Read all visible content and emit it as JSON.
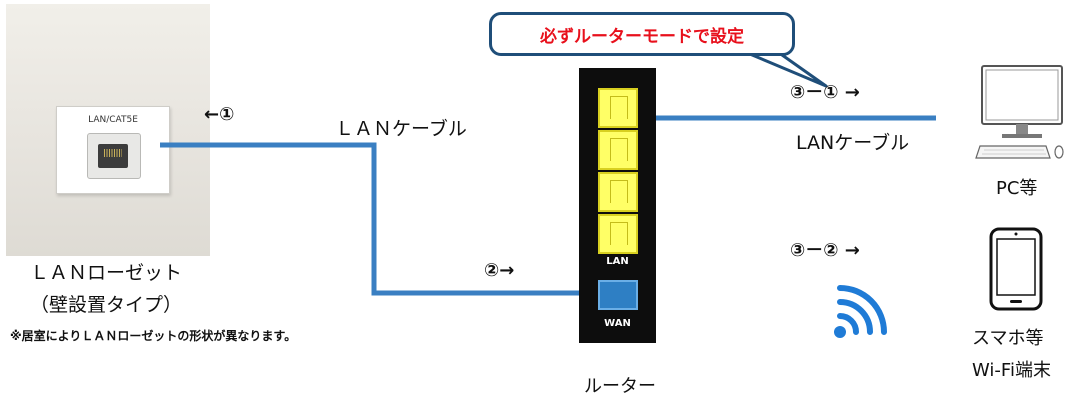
{
  "callout": {
    "text": "必ずルーターモードで設定"
  },
  "wall_outlet": {
    "plate_label": "LAN/CAT5E",
    "name": "ＬＡＮローゼット",
    "type": "（壁設置タイプ）",
    "note": "※居室によりＬＡＮローゼットの形状が異なります。"
  },
  "cables": {
    "outlet_cable_label": "ＬＡＮケーブル",
    "pc_cable_label": "LANケーブル"
  },
  "steps": {
    "step1": "←①",
    "step2": "②→",
    "step3_1": "③－① →",
    "step3_2": "③－② →"
  },
  "router": {
    "name": "ルーター",
    "lan_port_label": "LAN",
    "wan_port_label": "WAN",
    "lan_port_count": 4
  },
  "devices": {
    "pc_label": "PC等",
    "phone_label_1": "スマホ等",
    "phone_label_2": "Wi-Fi端末"
  },
  "colors": {
    "cable": "#3a7fc2",
    "callout_border": "#1f4e79",
    "callout_text": "#e8101c",
    "lan_port": "#ffff66",
    "wan_port": "#2e7fc4",
    "wifi": "#1f7bd6"
  },
  "icons": {
    "wifi": "wifi-signal-icon",
    "pc": "desktop-pc-icon",
    "phone": "smartphone-icon"
  }
}
